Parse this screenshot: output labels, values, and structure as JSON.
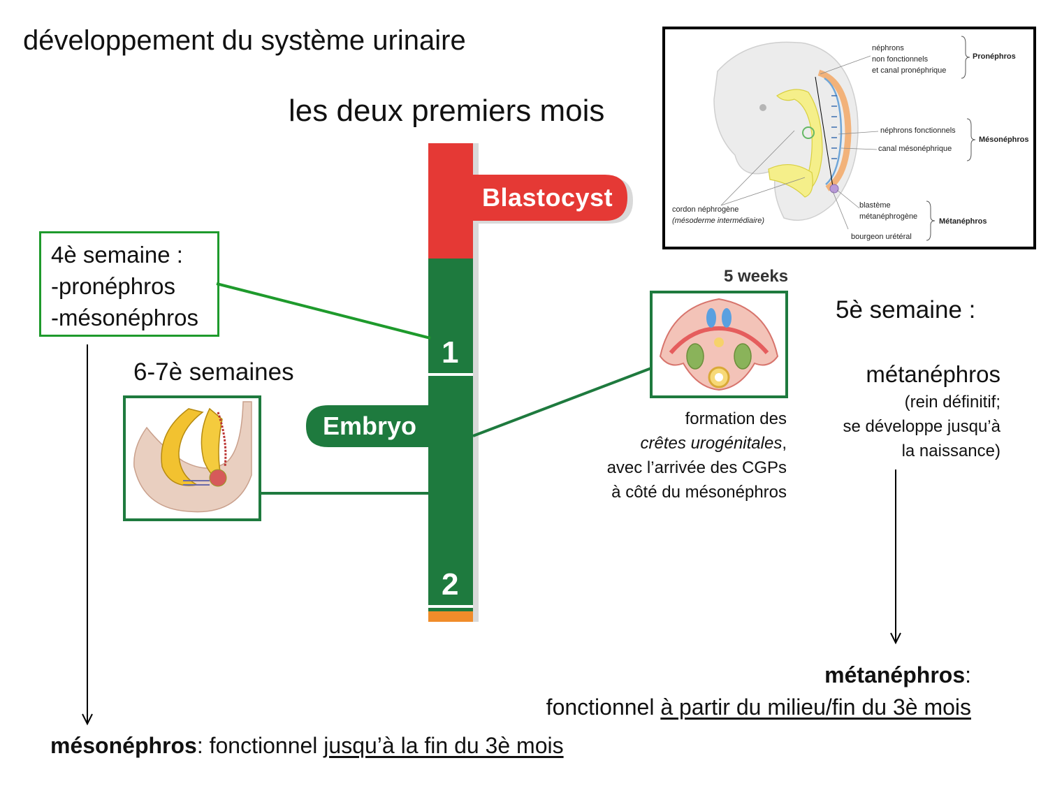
{
  "title": "développement du système urinaire",
  "subtitle": "les deux premiers mois",
  "timeline": {
    "blastocyst_label": "Blastocyst",
    "embryo_label": "Embryo",
    "month_1": "1",
    "month_2": "2",
    "colors": {
      "red": "#e53935",
      "green": "#1e7a3e",
      "orange": "#f08c2a"
    }
  },
  "week4_box": {
    "heading": "4è semaine :",
    "item1": "-pronéphros",
    "item2": "-mésonéphros"
  },
  "weeks67_label": "6-7è semaines",
  "weeks5_caption": "5 weeks",
  "formation": {
    "line1": "formation des",
    "line2": "crêtes urogénitales",
    "line2_suffix": ",",
    "line3": "avec l’arrivée des CGPs",
    "line4": "à côté du mésonéphros"
  },
  "week5_label": "5è semaine :",
  "metanephros": {
    "name": "métanéphros",
    "note1": "(rein définitif;",
    "note2": "se développe jusqu’à",
    "note3": "la naissance)"
  },
  "meta_bottom": {
    "bold": "métanéphros",
    "colon": ":",
    "prefix": "fonctionnel ",
    "underlined": "à partir du milieu/fin du 3è mois"
  },
  "meso_bottom": {
    "bold": "mésonéphros",
    "colon": ": fonctionnel ",
    "underlined": "jusqu’à la fin du 3è mois"
  },
  "inset": {
    "nephrons_nf_1": "néphrons",
    "nephrons_nf_2": "non fonctionnels",
    "nephrons_nf_3": "et canal pronéphrique",
    "pronephros": "Pronéphros",
    "nephrons_f": "néphrons fonctionnels",
    "canal_meso": "canal mésonéphrique",
    "mesonephros": "Mésonéphros",
    "cordon_1": "cordon néphrogène",
    "cordon_2": "mésoderme intermédiaire",
    "blasteme_1": "blastème",
    "blasteme_2": "métanéphrogène",
    "bourgeon": "bourgeon urétéral",
    "metanephros": "Métanéphros"
  }
}
